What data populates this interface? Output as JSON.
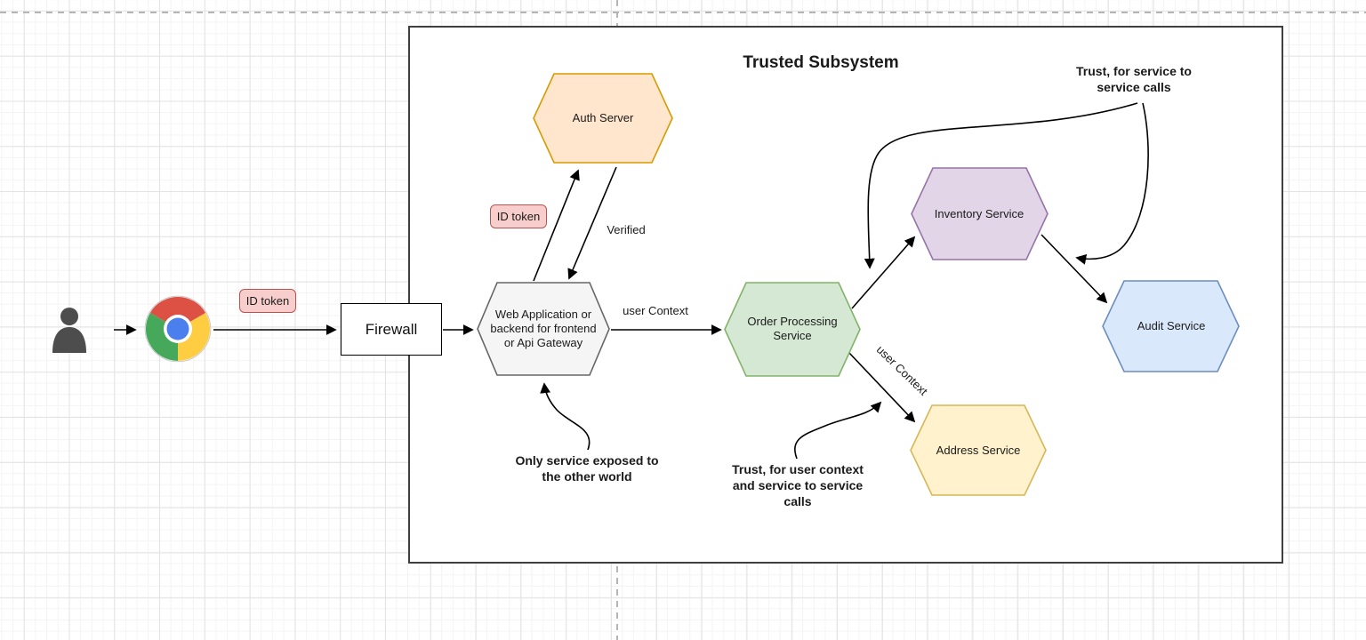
{
  "diagram": {
    "title": "Trusted Subsystem",
    "nodes": {
      "user": {
        "id": "user-actor"
      },
      "browser": {
        "id": "chrome-browser"
      },
      "firewall": {
        "label": "Firewall"
      },
      "hexagons": [
        {
          "id": "auth-server",
          "label": "Auth Server",
          "fill": "#ffe6cc",
          "stroke": "#d79b00"
        },
        {
          "id": "web-application",
          "label": "Web Application or\nbackend for frontend\nor Api Gateway",
          "fill": "#f5f5f5",
          "stroke": "#666666"
        },
        {
          "id": "order-processing-service",
          "label": "Order Processing\nService",
          "fill": "#d5e8d4",
          "stroke": "#82b366"
        },
        {
          "id": "inventory-service",
          "label": "Inventory Service",
          "fill": "#e1d5e7",
          "stroke": "#9673a6"
        },
        {
          "id": "audit-service",
          "label": "Audit Service",
          "fill": "#dae8fc",
          "stroke": "#6c8ebf"
        },
        {
          "id": "address-service",
          "label": "Address Service",
          "fill": "#fff2cc",
          "stroke": "#d6b656"
        }
      ],
      "tokens": [
        {
          "id": "id-token-browser",
          "label": "ID token"
        },
        {
          "id": "id-token-auth",
          "label": "ID token"
        }
      ]
    },
    "edge_labels": {
      "verified": "Verified",
      "user_context_order": "user Context",
      "user_context_address": "user Context"
    },
    "annotations": {
      "only_service": "Only service exposed to\nthe other world",
      "trust_service_calls": "Trust, for service to\nservice calls",
      "trust_user_context": "Trust, for user context\nand service to service\ncalls"
    },
    "edges": [
      {
        "from": "user-actor",
        "to": "chrome-browser"
      },
      {
        "from": "chrome-browser",
        "to": "firewall",
        "label": "ID token"
      },
      {
        "from": "firewall",
        "to": "web-application"
      },
      {
        "from": "web-application",
        "to": "auth-server",
        "label": "ID token"
      },
      {
        "from": "auth-server",
        "to": "web-application",
        "label": "Verified"
      },
      {
        "from": "web-application",
        "to": "order-processing-service",
        "label": "user Context"
      },
      {
        "from": "order-processing-service",
        "to": "inventory-service"
      },
      {
        "from": "inventory-service",
        "to": "audit-service"
      },
      {
        "from": "order-processing-service",
        "to": "address-service",
        "label": "user Context"
      },
      {
        "from": "only-service-annotation",
        "to": "web-application"
      },
      {
        "from": "trust-user-context-annotation",
        "to": "order-to-address-edge"
      },
      {
        "from": "trust-service-calls-annotation",
        "to": "order-to-inventory-edge"
      },
      {
        "from": "trust-service-calls-annotation",
        "to": "inventory-to-audit-edge"
      }
    ],
    "palette": {
      "edge_color": "#000000",
      "trusted_box_border": "#3f3f3f",
      "token_fill": "#f8cecc",
      "token_stroke": "#b85450",
      "person_color": "#4d4d4d",
      "chrome_red": "#dd5144",
      "chrome_yellow": "#ffcd42",
      "chrome_green": "#45a85b",
      "chrome_blue": "#4a7fed"
    }
  }
}
